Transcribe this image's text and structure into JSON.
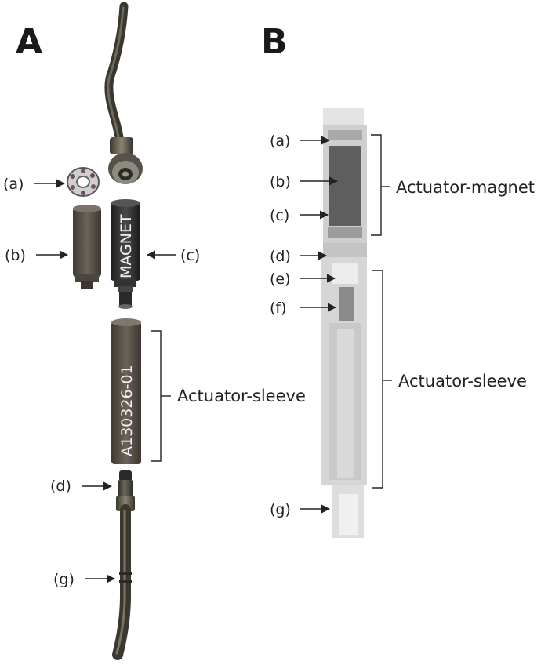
{
  "panels": {
    "a": {
      "letter": "A"
    },
    "b": {
      "letter": "B"
    }
  },
  "labels": {
    "a": "(a)",
    "b": "(b)",
    "c": "(c)",
    "d": "(d)",
    "e": "(e)",
    "f": "(f)",
    "g": "(g)"
  },
  "text": {
    "magnet_print": "MAGNET",
    "sleeve_print": "A130326-01",
    "actuator_sleeve": "Actuator-sleeve",
    "actuator_magnet": "Actuator-magnet"
  },
  "colors": {
    "ink": "#222222",
    "metal_dark": "#3b3a33",
    "metal_mid": "#6d6a60",
    "xray_light": "#dcdcdc",
    "xray_mid": "#b9b9b9",
    "xray_dark": "#5a5a5a"
  }
}
